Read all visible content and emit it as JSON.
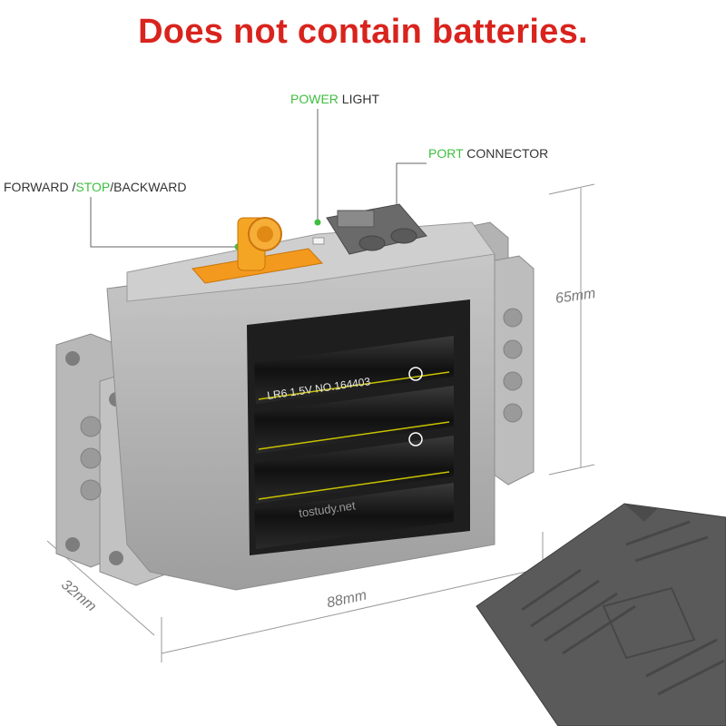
{
  "headline": {
    "text": "Does not contain batteries.",
    "color": "#d9231d"
  },
  "callouts": {
    "power_light": {
      "green": "POWER",
      "rest": " LIGHT"
    },
    "port_connector": {
      "green": "PORT",
      "rest": " CONNECTOR"
    },
    "switch": {
      "prefix": "FORWARD /",
      "green": "STOP",
      "rest": "/BACKWARD"
    }
  },
  "dimensions": {
    "height": "65mm",
    "width": "88mm",
    "depth": "32mm"
  },
  "battery_print": {
    "model": "LR6 1.5V NO.164403",
    "site": "tostudy.net"
  },
  "colors": {
    "accent_green": "#3fbf3f",
    "box_grey": "#b5b5b5",
    "switch_orange": "#f39a1e",
    "cover_dark": "#5a5a5a"
  }
}
